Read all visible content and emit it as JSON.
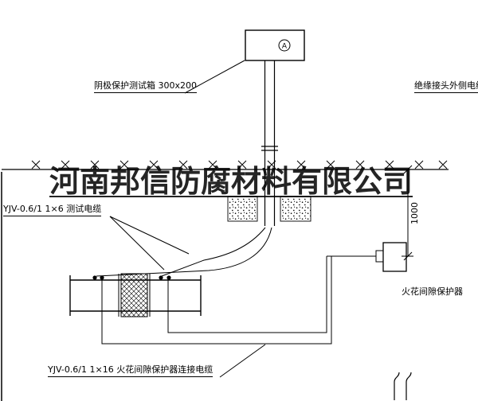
{
  "colors": {
    "line": "#000000",
    "background": "#ffffff"
  },
  "watermark": {
    "text": "河南邦信防腐材料有限公司"
  },
  "diagram": {
    "test_box_label": "阴极保护测试箱 300x200",
    "insulated_joint_cable_label": "绝缘接头外侧电缆",
    "test_cable_label": "YJV-0.6/1 1×6 测试电缆",
    "spark_gap_label": "火花间隙保护器",
    "spark_gap_cable_label": "YJV-0.6/1 1×16 火花间隙保护器连接电缆",
    "dimension": "1000",
    "ammeter_symbol": "A"
  }
}
